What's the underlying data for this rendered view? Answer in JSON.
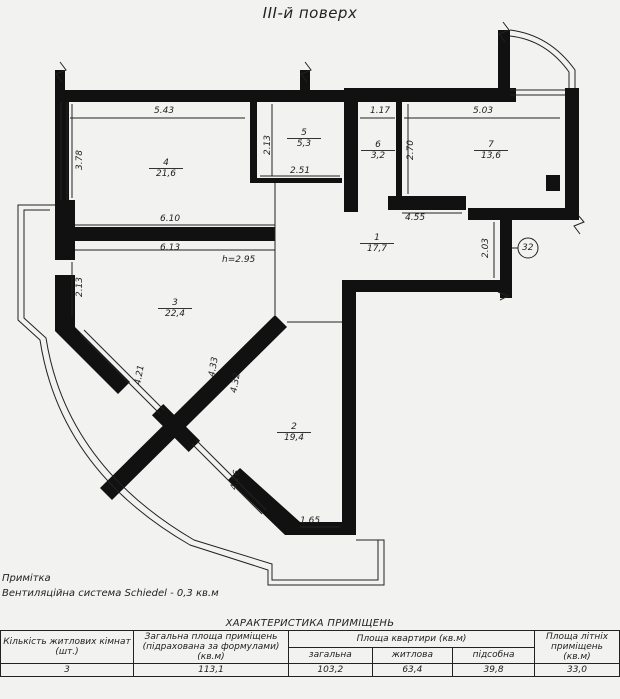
{
  "title": "III-й поверх",
  "rooms": [
    {
      "number": "1",
      "area": "17,7"
    },
    {
      "number": "2",
      "area": "19,4"
    },
    {
      "number": "3",
      "area": "22,4"
    },
    {
      "number": "4",
      "area": "21,6"
    },
    {
      "number": "5",
      "area": "5,3"
    },
    {
      "number": "6",
      "area": "3,2"
    },
    {
      "number": "7",
      "area": "13,6"
    }
  ],
  "dimensions": [
    "5.43",
    "1.17",
    "5.03",
    "2.13",
    "2.70",
    "3.78",
    "2.51",
    "6.10",
    "6.13",
    "4.55",
    "2.03",
    "2.13",
    "4.33",
    "4.32",
    "4.21",
    "4.26",
    "1.65"
  ],
  "height_label": "h=2.95",
  "axis_marker": "32",
  "note": {
    "heading": "Примітка",
    "text": "Вентиляційна система Schiedel - 0,3 кв.м"
  },
  "table": {
    "caption": "ХАРАКТЕРИСТИКА ПРИМІЩЕНЬ",
    "headers": {
      "rooms": "Кількість житлових кімнат (шт.)",
      "total_formula": "Загальна площа приміщень (підрахована за формулами) (кв.м)",
      "apartment": "Площа квартири (кв.м)",
      "summer": "Площа літніх приміщень (кв.м)"
    },
    "subheaders": {
      "total": "загальна",
      "living": "житлова",
      "auxiliary": "підсобна"
    },
    "values": {
      "rooms": "3",
      "total_formula": "113,1",
      "total": "103,2",
      "living": "63,4",
      "auxiliary": "39,8",
      "summer": "33,0"
    }
  }
}
